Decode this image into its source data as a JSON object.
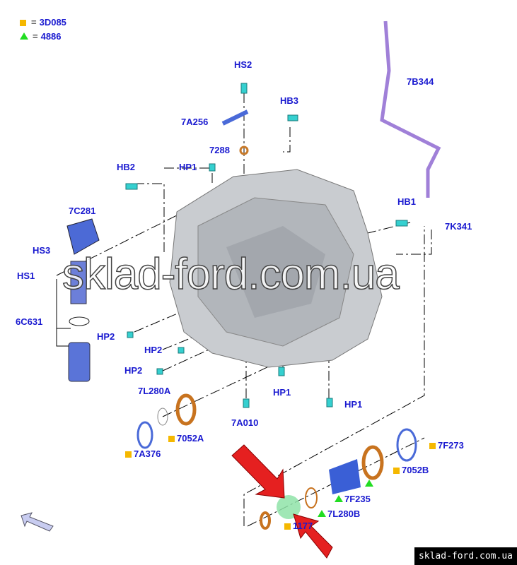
{
  "legend": [
    {
      "symbol": "square",
      "color": "#f5b800",
      "text": "3D085"
    },
    {
      "symbol": "triangle",
      "color": "#22dd22",
      "text": "4886"
    }
  ],
  "labels": {
    "HS2": "HS2",
    "7A256": "7A256",
    "HB3": "HB3",
    "7288": "7288",
    "HB2": "HB2",
    "HP1_top": "HP1",
    "7C281": "7C281",
    "HS3": "HS3",
    "HS1": "HS1",
    "6C631": "6C631",
    "7B344": "7B344",
    "HB1": "HB1",
    "7K341": "7K341",
    "HP2_a": "HP2",
    "HP2_b": "HP2",
    "HP2_c": "HP2",
    "7L280A": "7L280A",
    "7052A": "7052A",
    "7A376": "7A376",
    "7A010": "7A010",
    "HP1_b": "HP1",
    "HP1_c": "HP1",
    "7F273": "7F273",
    "7052B": "7052B",
    "7F235": "7F235",
    "7L280B": "7L280B",
    "1177": "1177"
  },
  "watermark": "sklad-ford.com.ua",
  "watermark_badge": "sklad-ford.com.ua"
}
